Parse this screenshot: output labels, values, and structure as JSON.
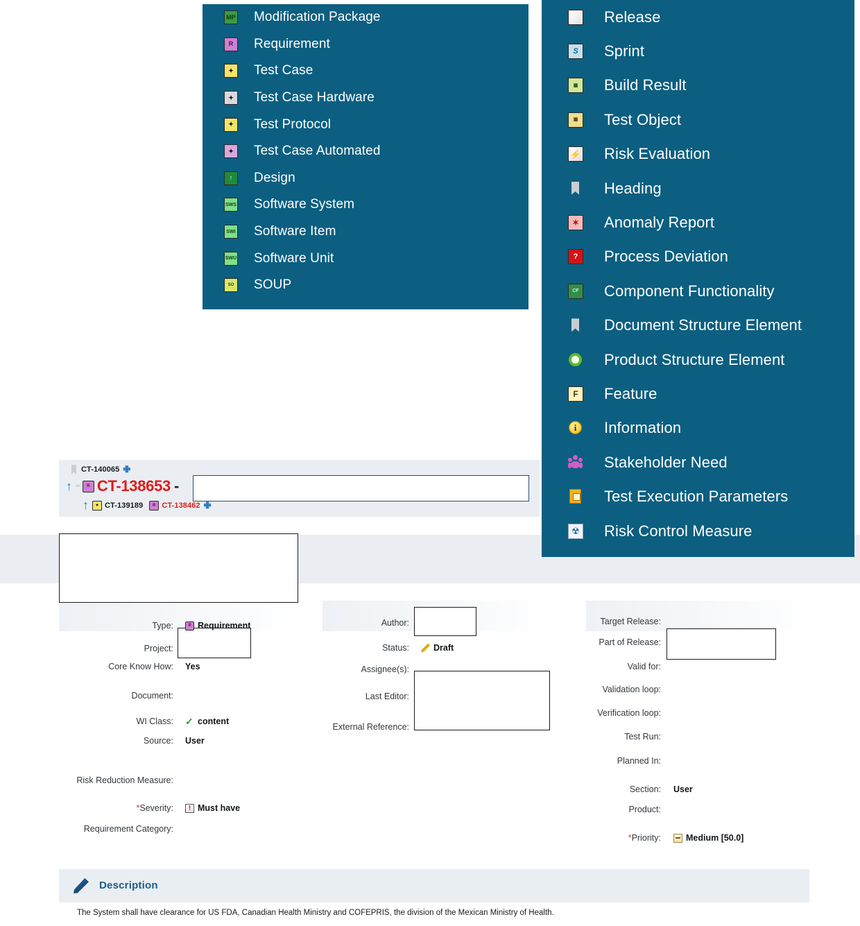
{
  "theme": {
    "panel_bg": "#0c5f80",
    "panel_text": "#ffffff",
    "strip_bg": "#eaeef2",
    "accent_blue": "#1c5c8a",
    "alert_red": "#e01b1b",
    "required_red": "#d6341d"
  },
  "menu_left": {
    "name": "work-item-type-menu-left",
    "items": [
      {
        "label": "Modification Package",
        "icon": "modification-package-icon",
        "cls": "ico-mp",
        "glyph": "MP"
      },
      {
        "label": "Requirement",
        "icon": "requirement-icon",
        "cls": "ico-req",
        "glyph": "R"
      },
      {
        "label": "Test Case",
        "icon": "test-case-icon",
        "cls": "ico-tc",
        "glyph": "✦"
      },
      {
        "label": "Test Case Hardware",
        "icon": "test-case-hardware-icon",
        "cls": "ico-tch",
        "glyph": "✦"
      },
      {
        "label": "Test Protocol",
        "icon": "test-protocol-icon",
        "cls": "ico-tc",
        "glyph": "✦"
      },
      {
        "label": "Test Case Automated",
        "icon": "test-case-automated-icon",
        "cls": "ico-tca",
        "glyph": "✦"
      },
      {
        "label": "Design",
        "icon": "design-icon",
        "cls": "ico-des",
        "glyph": "↑"
      },
      {
        "label": "Software System",
        "icon": "software-system-icon",
        "cls": "ico-sw",
        "glyph": "SWS"
      },
      {
        "label": "Software Item",
        "icon": "software-item-icon",
        "cls": "ico-sw",
        "glyph": "SWI"
      },
      {
        "label": "Software Unit",
        "icon": "software-unit-icon",
        "cls": "ico-sw",
        "glyph": "SWU"
      },
      {
        "label": "SOUP",
        "icon": "soup-icon",
        "cls": "ico-soup",
        "glyph": "SO"
      }
    ]
  },
  "menu_right": {
    "name": "work-item-type-menu-right",
    "items": [
      {
        "label": "Release",
        "icon": "release-icon",
        "cls": "ico-rel",
        "glyph": ""
      },
      {
        "label": "Sprint",
        "icon": "sprint-icon",
        "cls": "ico-spr",
        "glyph": "S"
      },
      {
        "label": "Build Result",
        "icon": "build-result-icon",
        "cls": "ico-br",
        "glyph": "▦"
      },
      {
        "label": "Test Object",
        "icon": "test-object-icon",
        "cls": "ico-to",
        "glyph": "▦"
      },
      {
        "label": "Risk Evaluation",
        "icon": "risk-evaluation-icon",
        "cls": "ico-risk",
        "glyph": "⚡"
      },
      {
        "label": "Heading",
        "icon": "heading-bookmark-icon",
        "cls": "shape-heading",
        "glyph": ""
      },
      {
        "label": "Anomaly Report",
        "icon": "anomaly-report-icon",
        "cls": "ico-anom",
        "glyph": "✶"
      },
      {
        "label": "Process Deviation",
        "icon": "process-deviation-icon",
        "cls": "ico-pdev",
        "glyph": "?"
      },
      {
        "label": "Component Functionality",
        "icon": "component-functionality-icon",
        "cls": "ico-cf",
        "glyph": "CF"
      },
      {
        "label": "Document Structure Element",
        "icon": "document-structure-element-icon",
        "cls": "shape-heading",
        "glyph": ""
      },
      {
        "label": "Product Structure Element",
        "icon": "product-structure-element-icon",
        "cls": "shape-pse",
        "glyph": ""
      },
      {
        "label": "Feature",
        "icon": "feature-icon",
        "cls": "ico-feat",
        "glyph": "F"
      },
      {
        "label": "Information",
        "icon": "information-icon",
        "cls": "shape-info",
        "glyph": "i"
      },
      {
        "label": "Stakeholder Need",
        "icon": "stakeholder-need-icon",
        "cls": "shape-stk",
        "glyph": ""
      },
      {
        "label": "Test Execution Parameters",
        "icon": "test-execution-parameters-icon",
        "cls": "shape-tep",
        "glyph": ""
      },
      {
        "label": "Risk Control Measure",
        "icon": "risk-control-measure-icon",
        "cls": "shape-rcm",
        "glyph": "☢"
      }
    ]
  },
  "breadcrumb": {
    "parent": {
      "id": "CT-140065",
      "icon": "heading-bookmark-icon",
      "plus": "✙"
    },
    "current": {
      "id": "CT-138653",
      "dash": "-",
      "icon": "requirement-icon",
      "arrow": "↑",
      "dots": "◦◦"
    },
    "children": [
      {
        "id": "CT-139189",
        "icon": "test-case-icon",
        "red": false
      },
      {
        "id": "CT-138462",
        "icon": "requirement-icon",
        "red": true
      }
    ],
    "child_arrow": "↑",
    "child_plus": "✙",
    "title_input_value": ""
  },
  "form": {
    "col_left": [
      {
        "label": "Type:",
        "value": "Requirement",
        "icon": "requirement-icon",
        "required": false
      },
      {
        "label": "Project:",
        "value": "",
        "icon": "",
        "required": false
      },
      {
        "label": "Core Know How:",
        "value": "Yes",
        "icon": "",
        "required": false
      },
      {
        "label": "Document:",
        "value": "",
        "icon": "",
        "required": false
      },
      {
        "label": "WI Class:",
        "value": "content",
        "icon": "check-icon",
        "required": false
      },
      {
        "label": "Source:",
        "value": "User",
        "icon": "",
        "required": false
      },
      {
        "label": "Risk Reduction Measure:",
        "value": "",
        "icon": "",
        "required": false
      },
      {
        "label": "Severity:",
        "value": "Must have",
        "icon": "severity-icon",
        "required": true
      },
      {
        "label": "Requirement Category:",
        "value": "",
        "icon": "",
        "required": false
      }
    ],
    "col_mid": [
      {
        "label": "Author:",
        "value": "",
        "icon": "",
        "required": false
      },
      {
        "label": "Status:",
        "value": "Draft",
        "icon": "pencil-icon",
        "required": false
      },
      {
        "label": "Assignee(s):",
        "value": "",
        "icon": "",
        "required": false
      },
      {
        "label": "Last Editor:",
        "value": "",
        "icon": "",
        "required": false
      },
      {
        "label": "External Reference:",
        "value": "",
        "icon": "",
        "required": false
      }
    ],
    "col_right": [
      {
        "label": "Target Release:",
        "value": "",
        "icon": "",
        "required": false
      },
      {
        "label": "Part of Release:",
        "value": "",
        "icon": "",
        "required": false
      },
      {
        "label": "Valid for:",
        "value": "",
        "icon": "",
        "required": false
      },
      {
        "label": "Validation loop:",
        "value": "",
        "icon": "",
        "required": false
      },
      {
        "label": "Verification loop:",
        "value": "",
        "icon": "",
        "required": false
      },
      {
        "label": "Test Run:",
        "value": "",
        "icon": "",
        "required": false
      },
      {
        "label": "Planned In:",
        "value": "",
        "icon": "",
        "required": false
      },
      {
        "label": "Section:",
        "value": "User",
        "icon": "",
        "required": false
      },
      {
        "label": "Product:",
        "value": "",
        "icon": "",
        "required": false
      },
      {
        "label": "Priority:",
        "value": "Medium [50.0]",
        "icon": "priority-icon",
        "required": true
      }
    ]
  },
  "description": {
    "title": "Description",
    "icon": "pencil-icon",
    "body": "The System shall have clearance for US FDA, Canadian Health Ministry and COFEPRIS, the division of the Mexican Ministry of Health."
  }
}
